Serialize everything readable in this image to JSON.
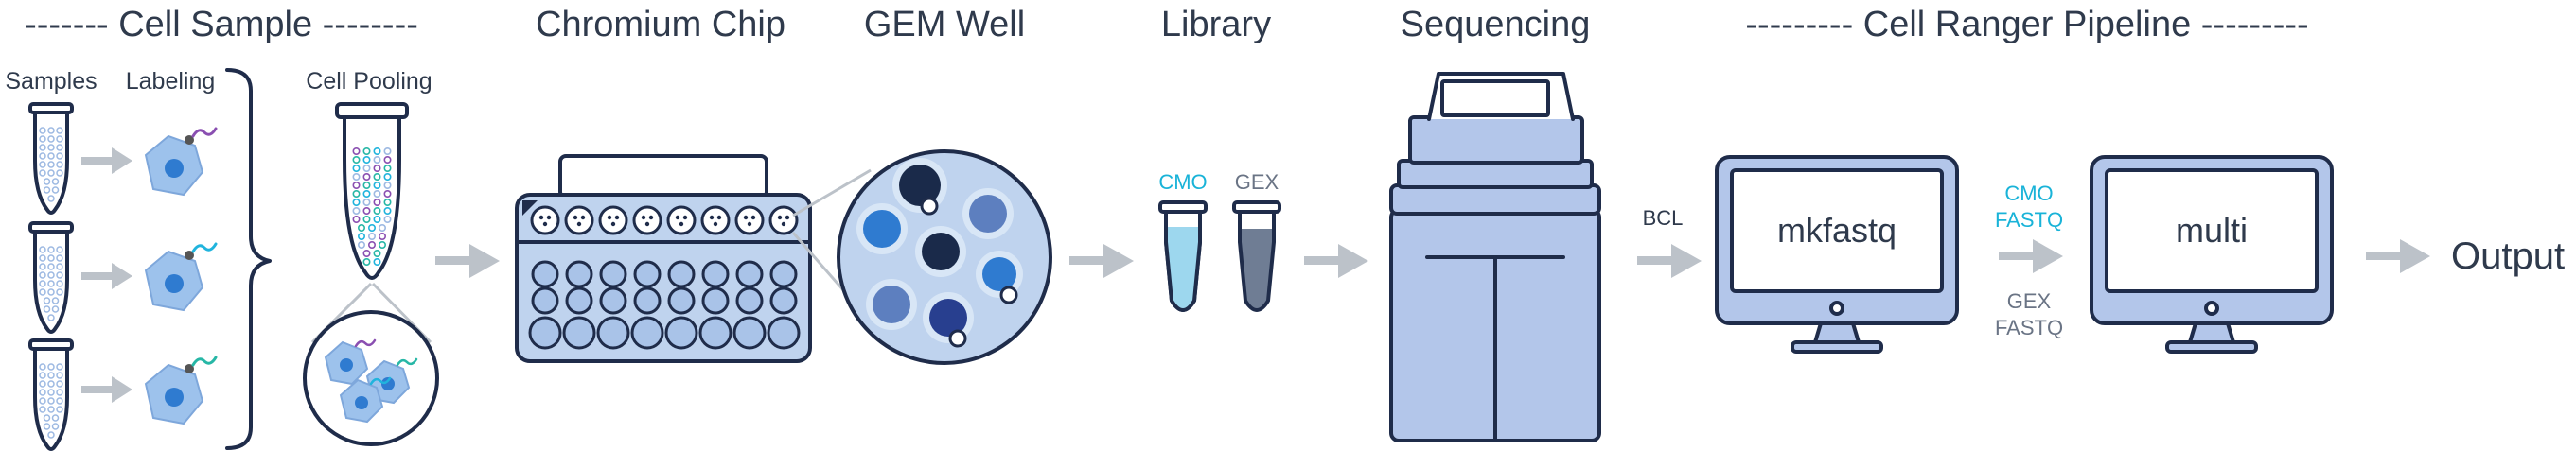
{
  "headers": {
    "cell_sample": "------- Cell Sample --------",
    "chromium_chip": "Chromium Chip",
    "gem_well": "GEM Well",
    "library": "Library",
    "sequencing": "Sequencing",
    "pipeline": "--------- Cell Ranger Pipeline ---------"
  },
  "subheaders": {
    "samples": "Samples",
    "labeling": "Labeling",
    "cell_pooling": "Cell Pooling"
  },
  "library": {
    "cmo": "CMO",
    "gex": "GEX"
  },
  "pipeline": {
    "bcl": "BCL",
    "mkfastq": "mkfastq",
    "cmo_fastq_1": "CMO",
    "cmo_fastq_2": "FASTQ",
    "gex_fastq_1": "GEX",
    "gex_fastq_2": "FASTQ",
    "multi": "multi",
    "output": "Output"
  },
  "colors": {
    "outline": "#1f2c4a",
    "fill_light": "#bfd3ee",
    "fill_mid": "#a9c3e8",
    "cell_fill": "#9dc2ec",
    "nucleus": "#2f7bd0",
    "arrow": "#bcc2c9",
    "accent_cyan": "#19b3d8",
    "text": "#2f3a4c",
    "purple": "#8a4fb1",
    "teal": "#27b7a6",
    "cyan_tail": "#20b4dd"
  }
}
